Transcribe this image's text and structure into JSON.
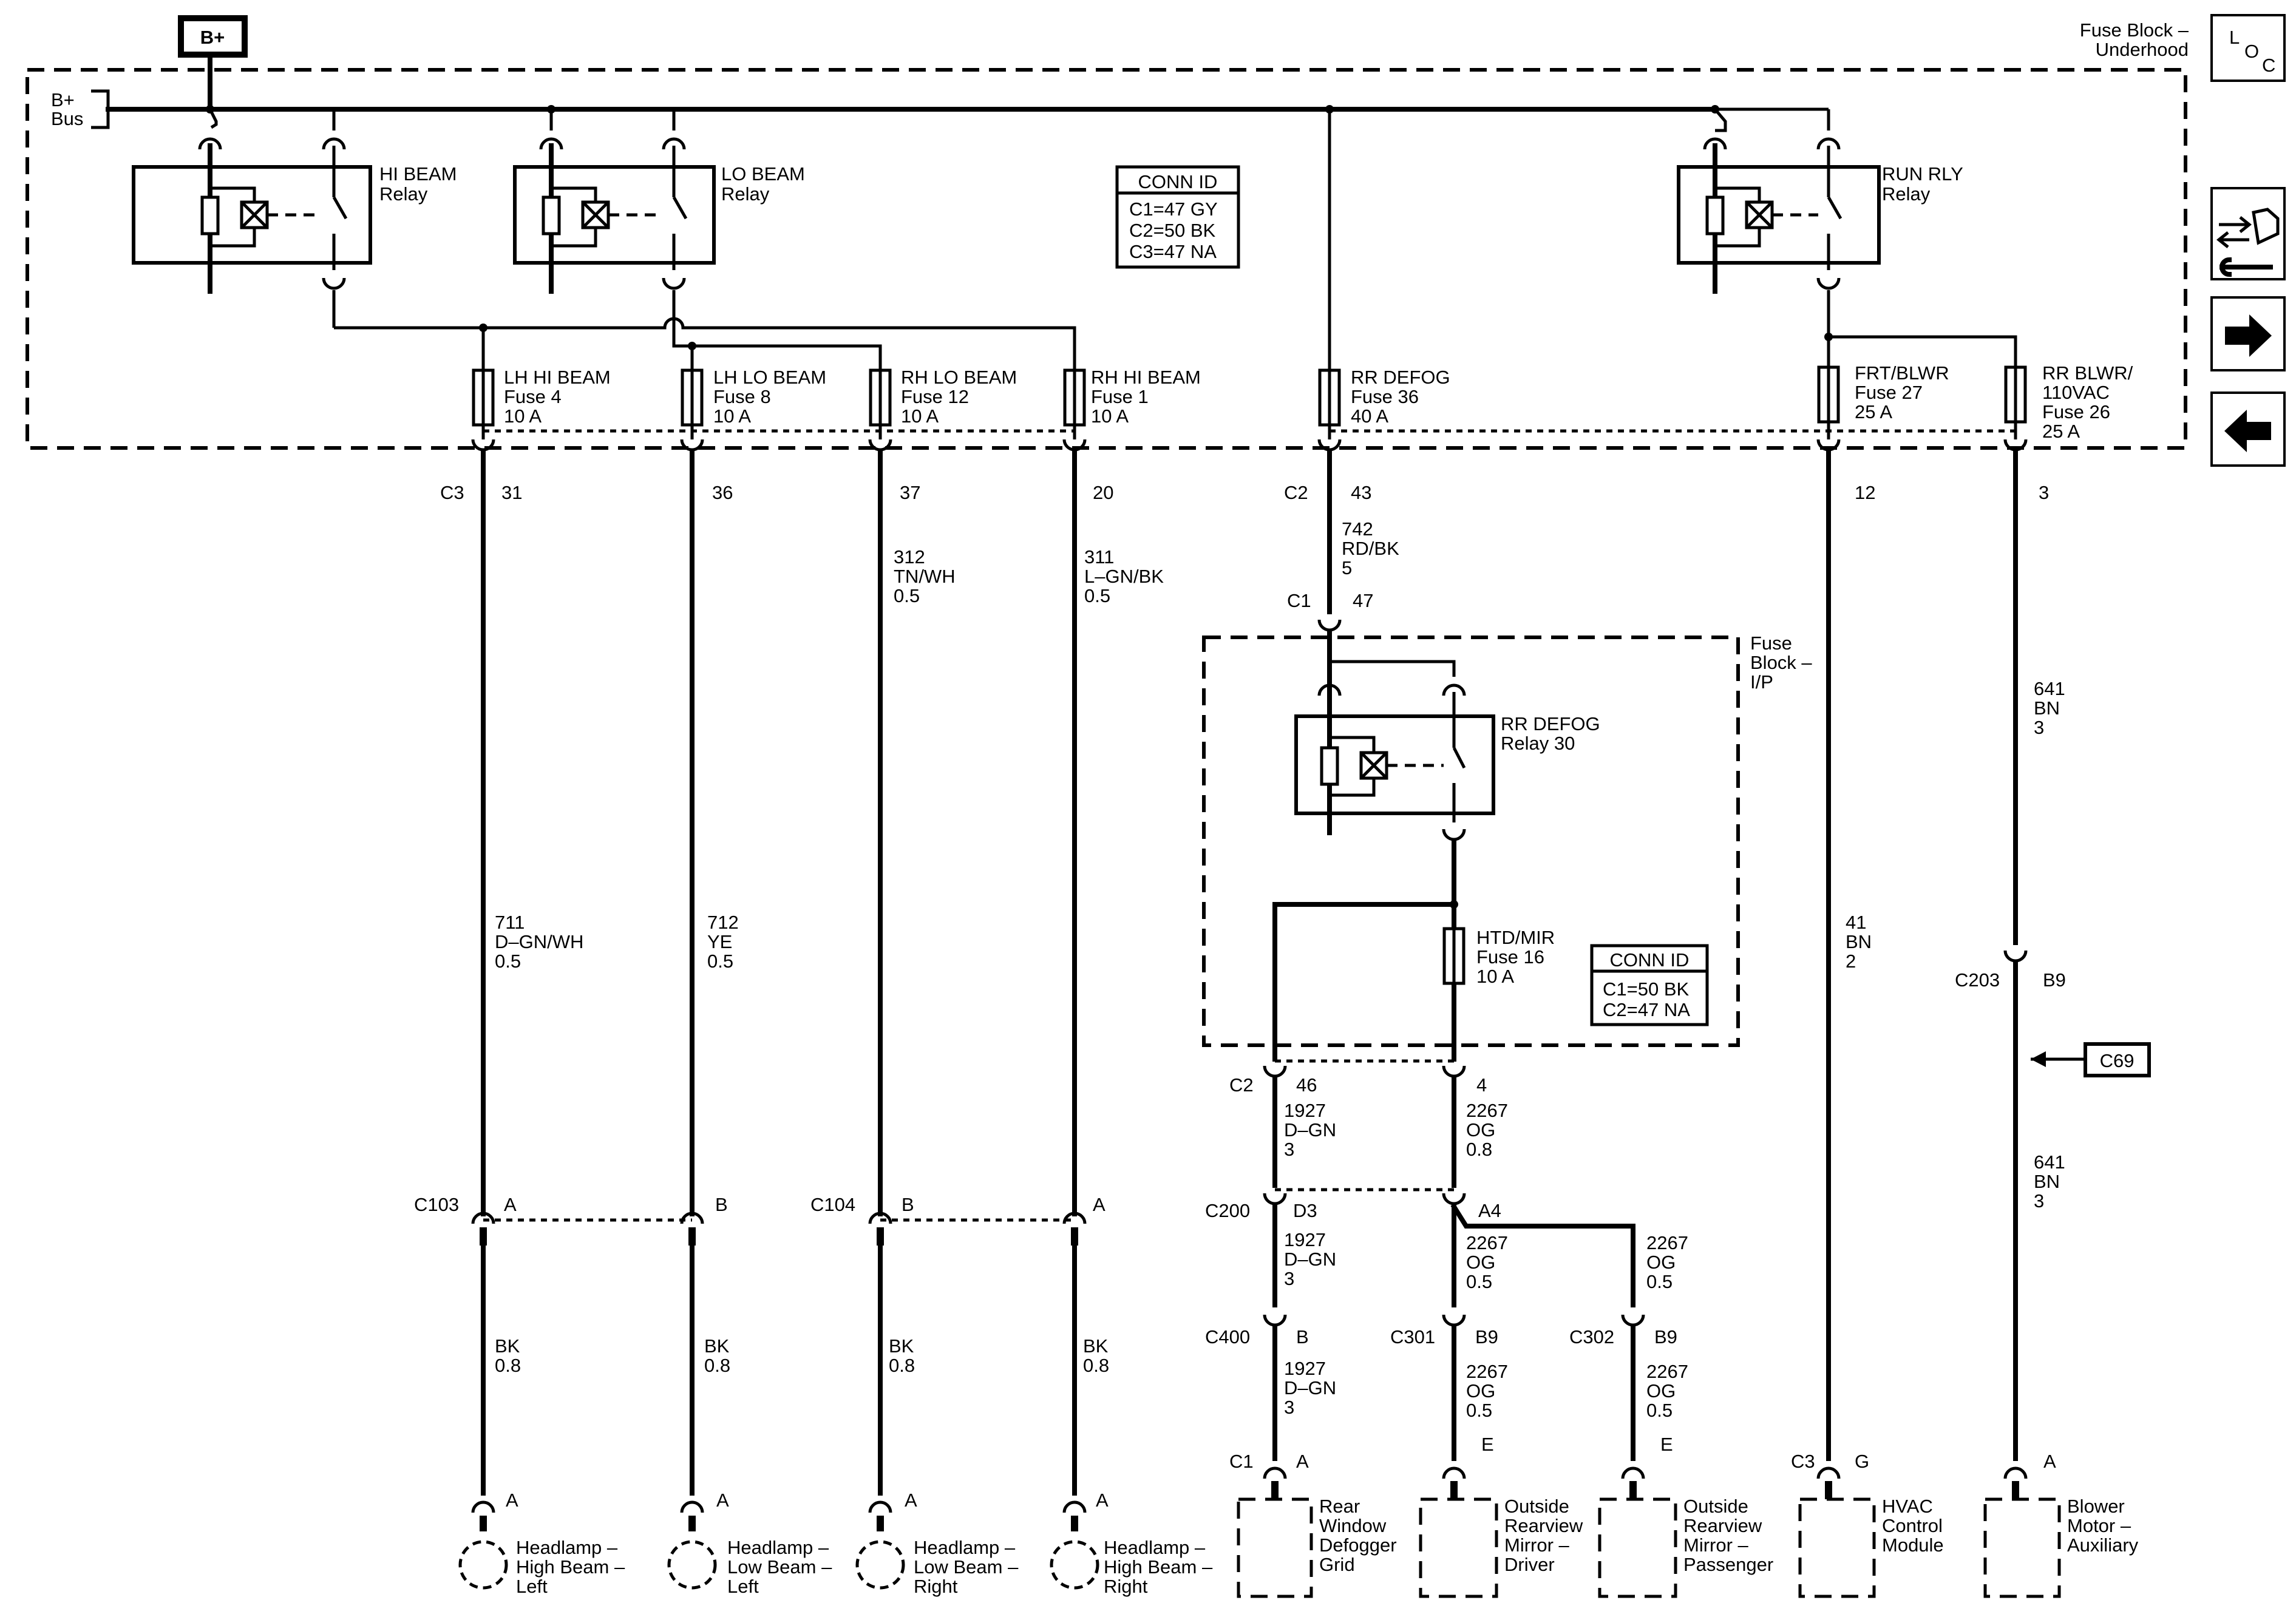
{
  "bplus": "B+",
  "bus": [
    "B+",
    "Bus"
  ],
  "fuse_block_underhood": [
    "Fuse Block –",
    "Underhood"
  ],
  "loc": [
    "L",
    "O",
    "C"
  ],
  "relays": {
    "hi_beam": [
      "HI BEAM",
      "Relay"
    ],
    "lo_beam": [
      "LO BEAM",
      "Relay"
    ],
    "run_rly": [
      "RUN RLY",
      "Relay"
    ],
    "rr_defog": [
      "RR DEFOG",
      "Relay 30"
    ]
  },
  "conn_id_1": {
    "title": "CONN ID",
    "rows": [
      "C1=47 GY",
      "C2=50 BK",
      "C3=47 NA"
    ]
  },
  "conn_id_2": {
    "title": "CONN ID",
    "rows": [
      "C1=50 BK",
      "C2=47 NA"
    ]
  },
  "fuses": {
    "lh_hi": [
      "LH HI BEAM",
      "Fuse 4",
      "10 A"
    ],
    "lh_lo": [
      "LH LO BEAM",
      "Fuse 8",
      "10 A"
    ],
    "rh_lo": [
      "RH LO BEAM",
      "Fuse 12",
      "10 A"
    ],
    "rh_hi": [
      "RH HI BEAM",
      "Fuse 1",
      "10 A"
    ],
    "rr_defog": [
      "RR DEFOG",
      "Fuse 36",
      "40 A"
    ],
    "frt_blwr": [
      "FRT/BLWR",
      "Fuse 27",
      "25 A"
    ],
    "rr_blwr": [
      "RR BLWR/",
      "110VAC",
      "Fuse 26",
      "25 A"
    ],
    "htd_mir": [
      "HTD/MIR",
      "Fuse 16",
      "10 A"
    ]
  },
  "fuse_block_ip": [
    "Fuse",
    "Block –",
    "I/P"
  ],
  "connectors": {
    "c3": "C3",
    "c2": "C2",
    "c1": "C1",
    "c103": "C103",
    "c104": "C104",
    "c200": "C200",
    "c400": "C400",
    "c301": "C301",
    "c302": "C302",
    "c203": "C203"
  },
  "pins": {
    "p31": "31",
    "p36": "36",
    "p37": "37",
    "p20": "20",
    "p43": "43",
    "p12": "12",
    "p3": "3",
    "p47": "47",
    "p46": "46",
    "p4": "4",
    "a": "A",
    "b": "B",
    "d3": "D3",
    "a4": "A4",
    "b9": "B9",
    "e": "E",
    "g": "G"
  },
  "wires": {
    "w312": [
      "312",
      "TN/WH",
      "0.5"
    ],
    "w311": [
      "311",
      "L–GN/BK",
      "0.5"
    ],
    "w742": [
      "742",
      "RD/BK",
      "5"
    ],
    "w711": [
      "711",
      "D–GN/WH",
      "0.5"
    ],
    "w712": [
      "712",
      "YE",
      "0.5"
    ],
    "bk": [
      "BK",
      "0.8"
    ],
    "w641": [
      "641",
      "BN",
      "3"
    ],
    "w41": [
      "41",
      "BN",
      "2"
    ],
    "w1927": [
      "1927",
      "D–GN",
      "3"
    ],
    "w2267a": [
      "2267",
      "OG",
      "0.8"
    ],
    "w2267b": [
      "2267",
      "OG",
      "0.5"
    ]
  },
  "c69": "C69",
  "components": {
    "hl_hi_left": [
      "Headlamp –",
      "High Beam –",
      "Left"
    ],
    "hl_lo_left": [
      "Headlamp –",
      "Low Beam –",
      "Left"
    ],
    "hl_lo_right": [
      "Headlamp –",
      "Low Beam –",
      "Right"
    ],
    "hl_hi_right": [
      "Headlamp –",
      "High Beam –",
      "Right"
    ],
    "rear_defog": [
      "Rear",
      "Window",
      "Defogger",
      "Grid"
    ],
    "mirror_driver": [
      "Outside",
      "Rearview",
      "Mirror –",
      "Driver"
    ],
    "mirror_pass": [
      "Outside",
      "Rearview",
      "Mirror –",
      "Passenger"
    ],
    "hvac": [
      "HVAC",
      "Control",
      "Module"
    ],
    "blower": [
      "Blower",
      "Motor –",
      "Auxiliary"
    ]
  }
}
